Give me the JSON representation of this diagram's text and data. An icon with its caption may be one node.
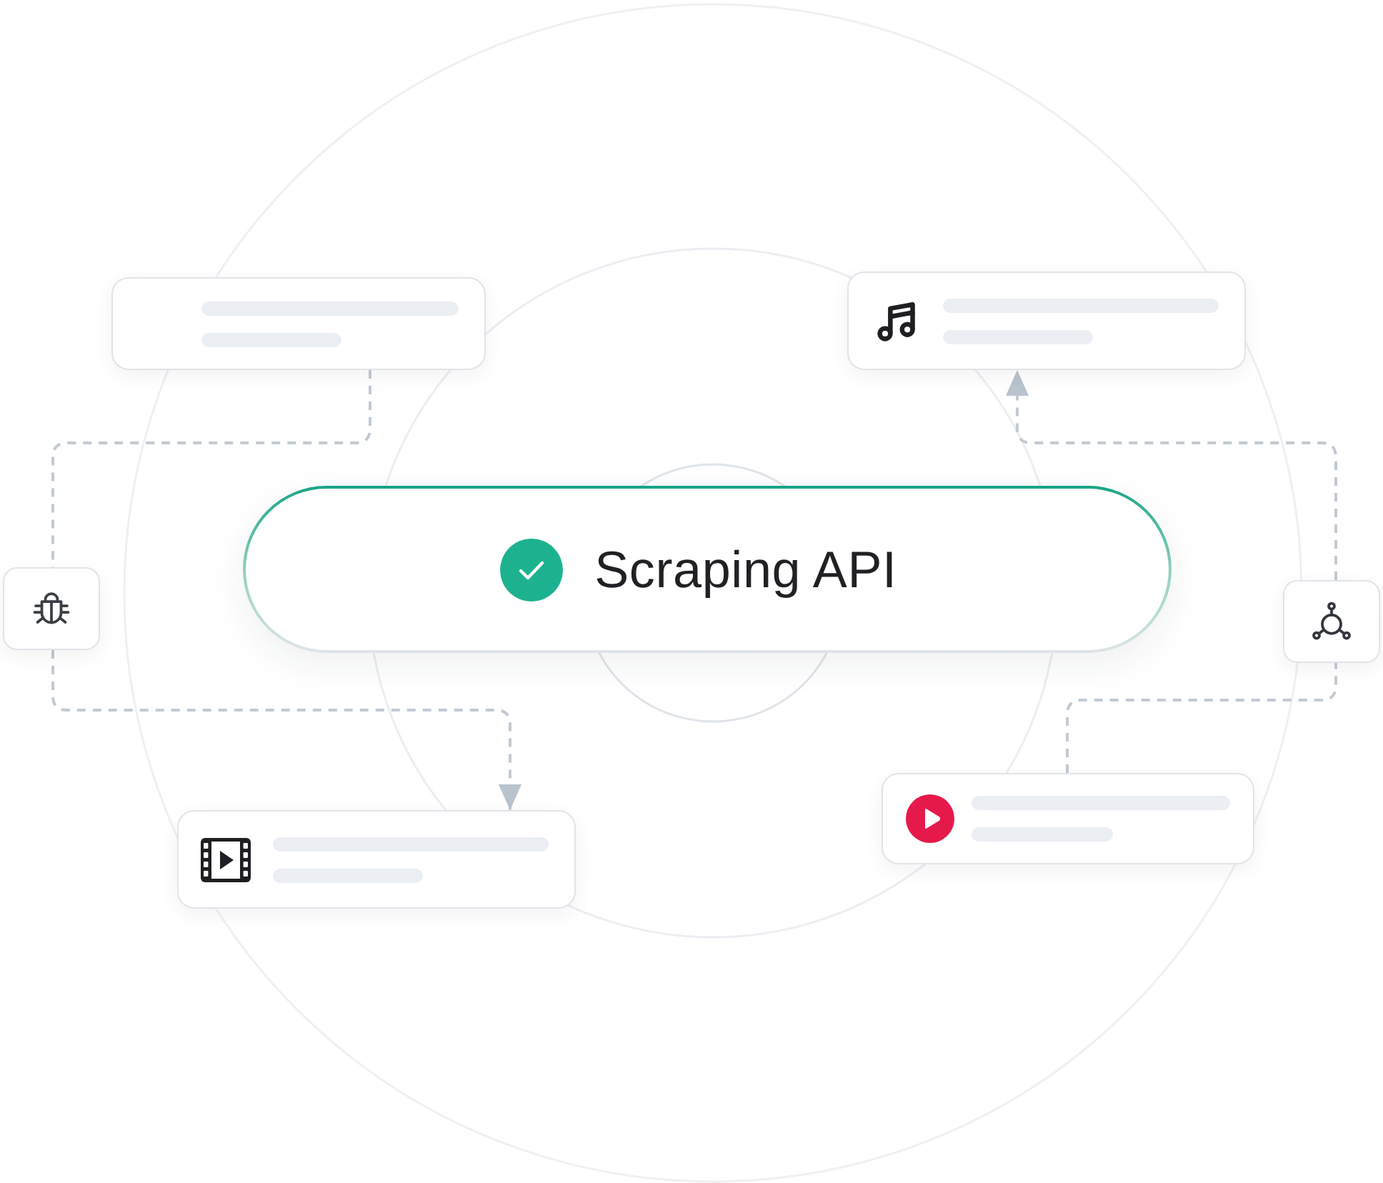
{
  "diagram": {
    "nodes": [
      {
        "text": [],
        "shape": "box"
      },
      {
        "text": [],
        "shape": "box"
      },
      {
        "text": [
          "Scraping API"
        ]
      },
      {
        "text": [],
        "shape": "box"
      },
      {
        "text": [],
        "shape": "box"
      },
      {
        "text": [],
        "shape": "box"
      },
      {
        "text": [],
        "shape": "box"
      }
    ],
    "edges": [
      {
        "from": 0,
        "to": 3,
        "arrow": "none",
        "style": "dashed"
      },
      {
        "from": 3,
        "to": 5,
        "arrow": "to",
        "style": "dashed"
      },
      {
        "from": 6,
        "to": 4,
        "arrow": "none",
        "style": "dashed"
      },
      {
        "from": 4,
        "to": 1,
        "arrow": "to",
        "style": "dashed"
      }
    ]
  }
}
